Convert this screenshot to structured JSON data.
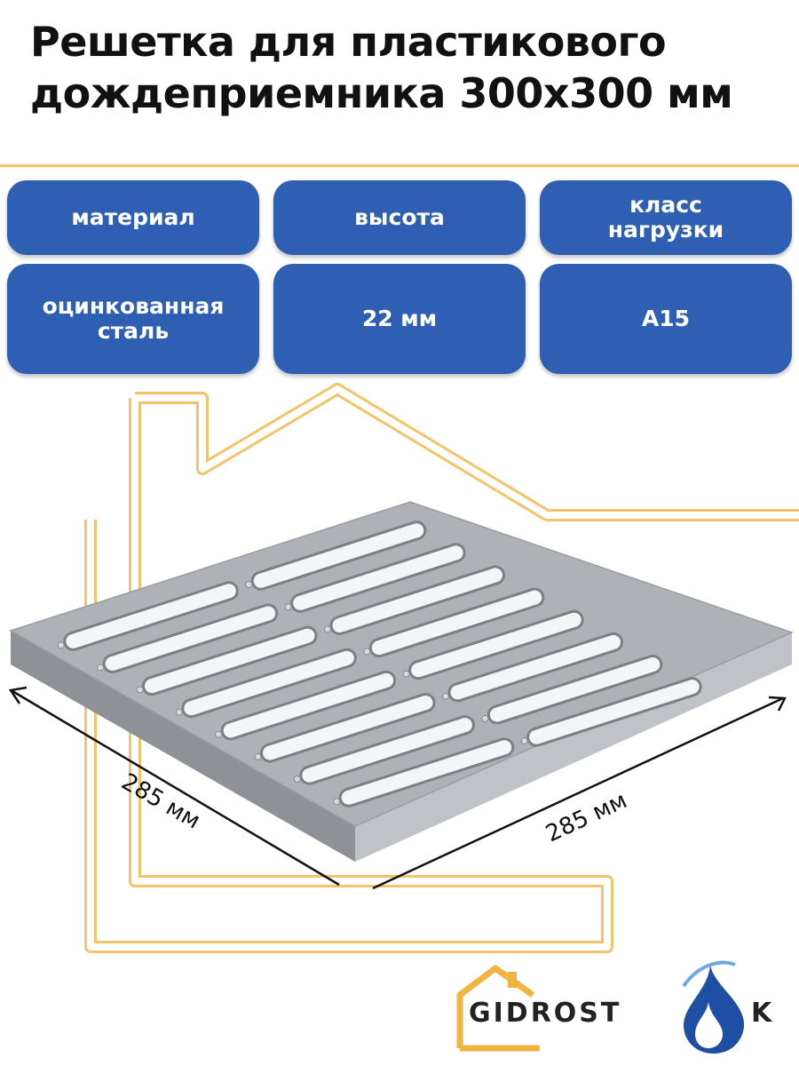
{
  "title": "Решетка для пластикового дождеприемника 300x300 мм",
  "specs": [
    {
      "header": "материал",
      "value": "оцинкованная\nсталь"
    },
    {
      "header": "высота",
      "value": "22 мм"
    },
    {
      "header": "класс\nнагрузки",
      "value": "А15"
    }
  ],
  "dimensions": {
    "left": "285 мм",
    "right": "285 мм"
  },
  "brand": {
    "text_left": "GIDROST",
    "text_right": "K"
  },
  "colors": {
    "accent": "#f2c46a",
    "card": "#2f5fb3",
    "grate": "#a9acb0"
  }
}
